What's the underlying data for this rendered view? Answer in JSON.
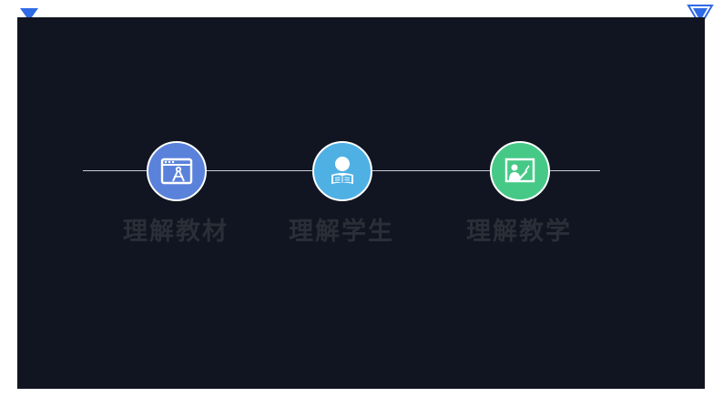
{
  "slide": {
    "colors": {
      "panel_background": "#101521",
      "timeline_line": "#c9cbd2",
      "corner_accent": "#2f6be6",
      "label_text": "#2a2e37"
    },
    "corner_icons": [
      "triangle-down-left-icon",
      "double-triangle-down-icon"
    ],
    "steps": [
      {
        "label": "理解教材",
        "icon": "browser-compass-icon",
        "color": "#5a82db"
      },
      {
        "label": "理解学生",
        "icon": "student-reading-icon",
        "color": "#4fb0e4"
      },
      {
        "label": "理解教学",
        "icon": "teacher-board-icon",
        "color": "#46c987"
      }
    ]
  }
}
